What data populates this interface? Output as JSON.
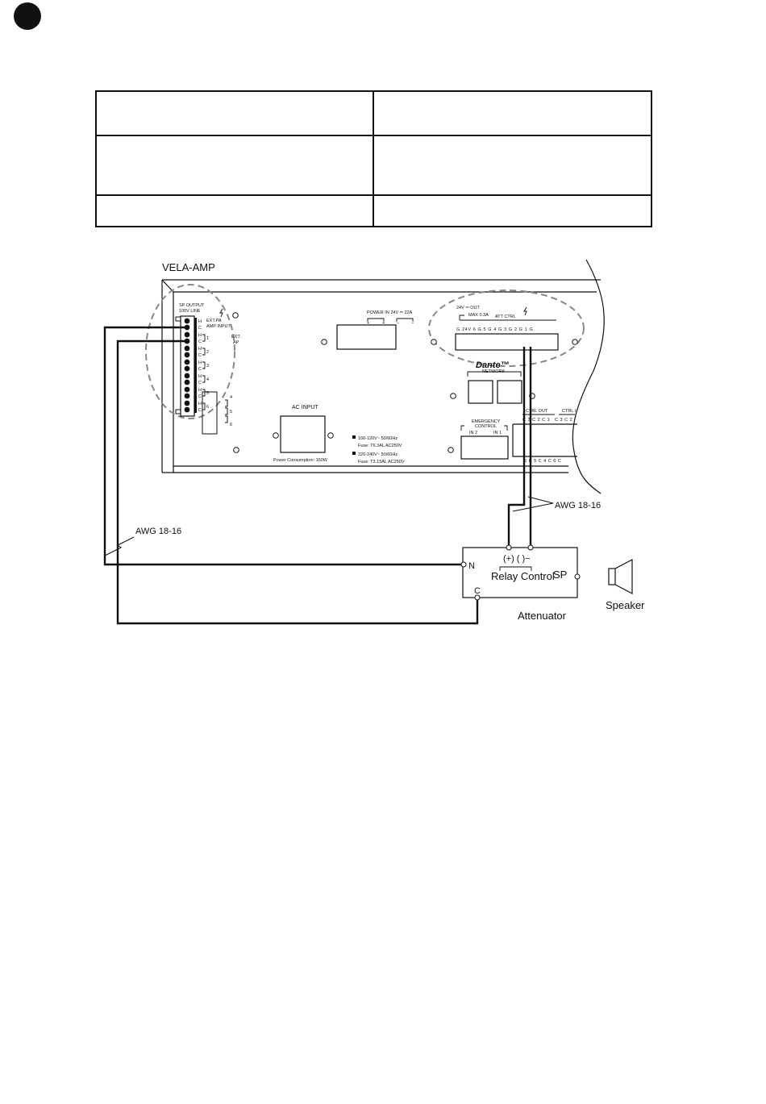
{
  "diagram": {
    "title": "VELA-AMP",
    "sp_output_label": "SP OUTPUT",
    "line_label": "100V LINE",
    "ext_pa_label": "EXT.PA",
    "amp_input_label": "AMP INPUT",
    "ext_label": "EXT.",
    "ap_label": "AP",
    "terminal_h": "H",
    "terminal_c": "C",
    "zones": [
      "1",
      "2",
      "3",
      "4",
      "5",
      "6"
    ],
    "side_labels": [
      "4",
      "5",
      "6"
    ],
    "power_in_label": "POWER IN 24V ⎓ 22A",
    "power_plus": "+",
    "power_minus": "−",
    "out_label": "24V ⎓ OUT",
    "max_label": "MAX 0.3A",
    "att_ctrl_label": "ATT CTRL",
    "att_pins": "G 24V 6 G 5 G 4 G 3 G 2 G 1 G",
    "dante_label": "Dante™",
    "network_label": "NETWORK",
    "ac_input_label": "AC INPUT",
    "power_consumption_label": "Power Consumption: 160W",
    "voltage_label_1": "100-120V~ 50/60Hz",
    "fuse_label_1": "Fuse: T6.3AL  AC250V",
    "voltage_label_2": "220-240V~ 50/60Hz",
    "fuse_label_2": "Fuse: T3.15AL AC250V",
    "emergency_label_1": "EMERGENCY",
    "emergency_label_2": "CONTROL",
    "in2_label": "IN 2",
    "in1_label": "IN 1",
    "ctrl_out_label": "CTRL OUT",
    "ctrl_in_label": "CTRL I",
    "ctrl_out_pins": "C 3 C 2 C 1",
    "ctrl_in_pins": "C 3 C 2",
    "bottom_pins": "6 C 5 C 4 C 6 C",
    "awg_right": "AWG  18-16",
    "awg_left": "AWG  18-16",
    "relay_polarity": "(+) ( )−",
    "relay_control_label": "Relay Control",
    "sp_label": "SP",
    "n_label": "N",
    "c_label": "C",
    "attenuator_label": "Attenuator",
    "speaker_label": "Speaker"
  }
}
